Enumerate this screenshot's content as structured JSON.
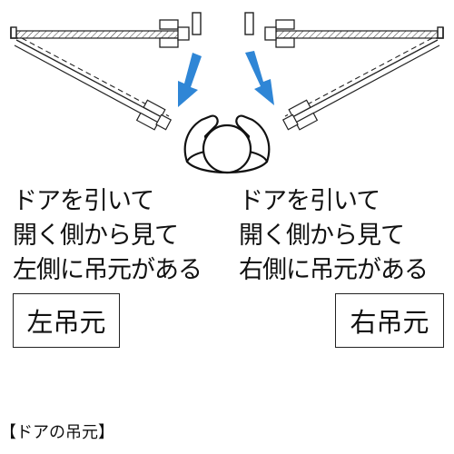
{
  "colors": {
    "arrow": "#2f86d6",
    "line": "#222222"
  },
  "left_caption": [
    "ドアを引いて",
    "開く側から見て",
    "左側に吊元がある"
  ],
  "right_caption": [
    "ドアを引いて",
    "開く側から見て",
    "右側に吊元がある"
  ],
  "left_label": "左吊元",
  "right_label": "右吊元",
  "footnote": "【ドアの吊元】",
  "icons": [
    "person-top-view-icon",
    "hinge-icon",
    "arrow-icon"
  ]
}
